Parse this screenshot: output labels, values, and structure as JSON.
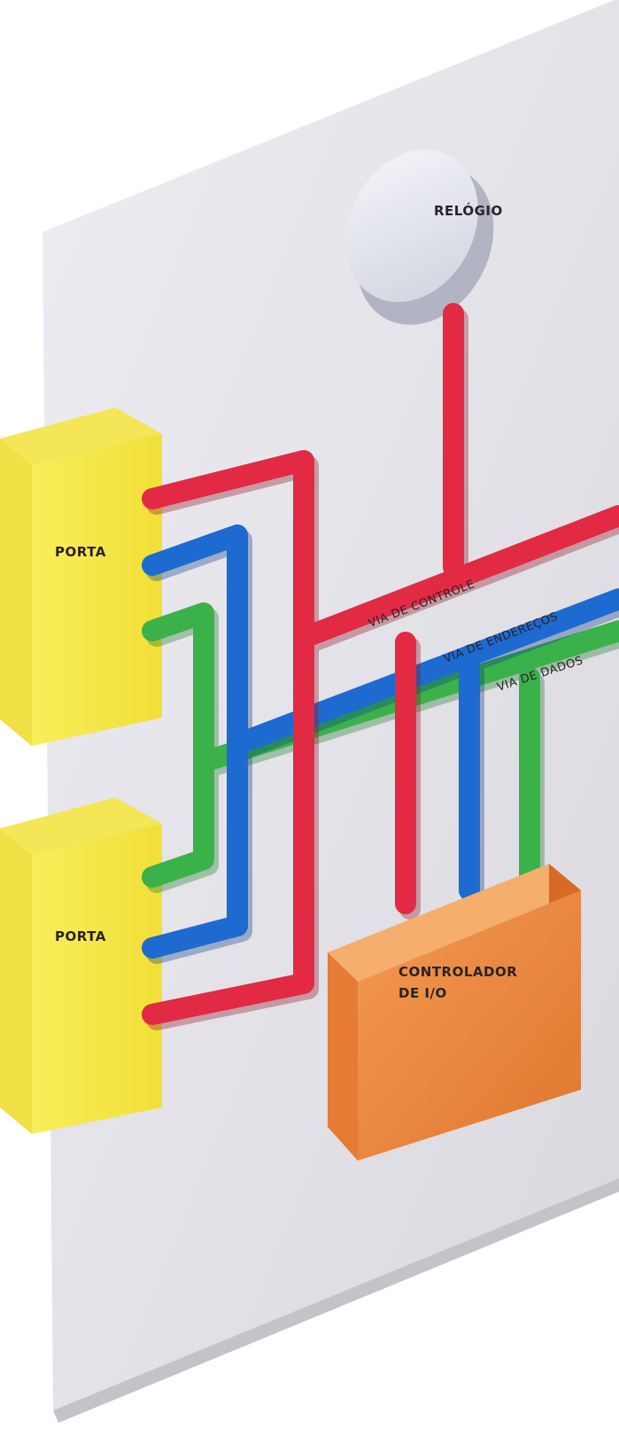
{
  "labels": {
    "clock": "RELÓGIO",
    "port_top": "PORTA",
    "port_bottom": "PORTA",
    "io_controller_line1": "CONTROLADOR",
    "io_controller_line2": "DE I/O",
    "bus_control": "VIA DE CONTROLE",
    "bus_address": "VIA DE ENDEREÇOS",
    "bus_data": "VIA DE DADOS"
  },
  "colors": {
    "panel": "#e4e3e8",
    "panel_edge": "#b9b8bf",
    "control_bus": "#e22a45",
    "address_bus": "#1d6ad0",
    "data_bus": "#3bb14a",
    "port": "#f7ea45",
    "port_side": "#e0c92e",
    "io_controller": "#ee8f45",
    "io_controller_top": "#f5ae6e",
    "clock": "#e9eaf1",
    "clock_side": "#b2b4c4"
  }
}
